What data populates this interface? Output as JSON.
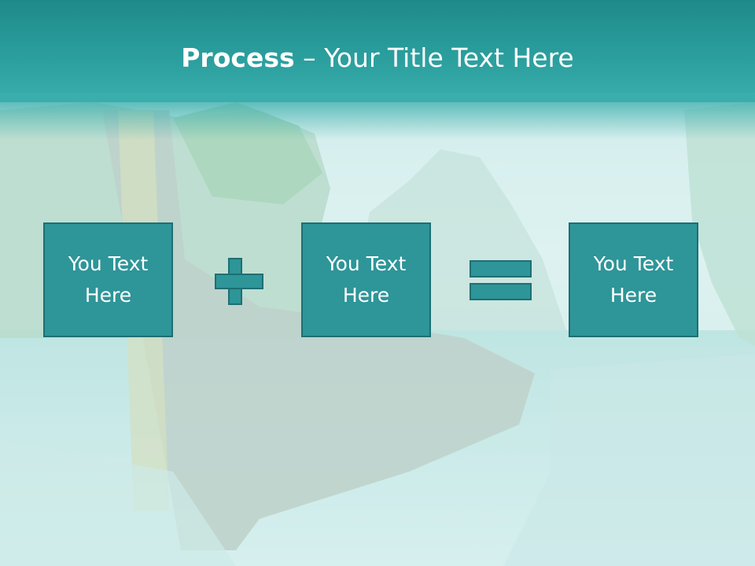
{
  "slide": {
    "title_bold": "Process",
    "title_rest": " – Your Title Text Here"
  },
  "boxes": [
    {
      "text": "You Text Here"
    },
    {
      "text": "You Text Here"
    },
    {
      "text": "You Text Here"
    }
  ],
  "operators": {
    "first": "plus-icon",
    "second": "equals-icon"
  },
  "colors": {
    "header": "#2a9e9d",
    "box_fill": "#2e9599",
    "box_border": "#1e6f73",
    "title_text": "#ffffff"
  }
}
